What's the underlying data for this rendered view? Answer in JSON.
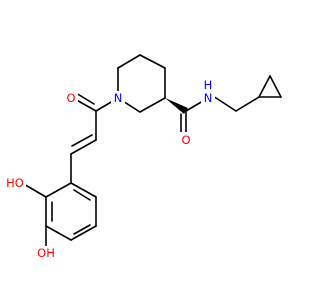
{
  "molecule": {
    "colors": {
      "bond": "#000000",
      "oxygen": "#ff0000",
      "nitrogen": "#0000ff",
      "background": "#ffffff"
    },
    "atom_labels": {
      "carbonyl_o1": "O",
      "ring_n": "N",
      "amide_nh": "N",
      "amide_h": "H",
      "amide_o": "O",
      "ho_meta": "HO",
      "oh_para": "OH"
    }
  }
}
